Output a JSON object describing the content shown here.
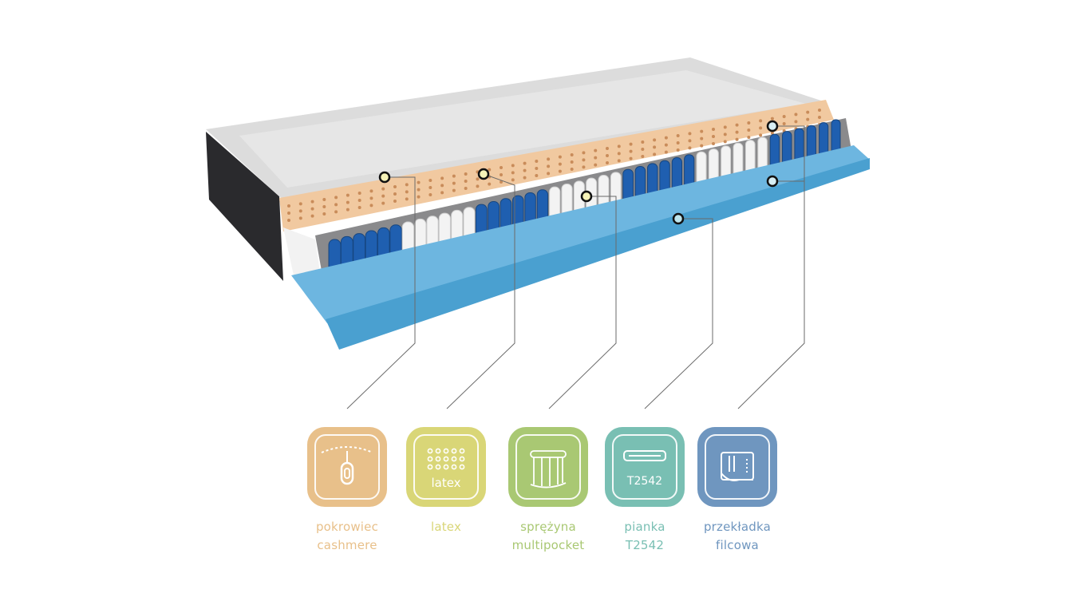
{
  "colors": {
    "cover": "#e8c08a",
    "latex": "#d9d677",
    "spring": "#a9c873",
    "foam": "#79bfb3",
    "felt": "#6f96bf",
    "spring_blue": "#1f5fb0",
    "foam_blue": "#59a7d6",
    "latex_layer": "#f1c9a0"
  },
  "features": [
    {
      "id": "cover",
      "icon": "zipper-icon",
      "label_line1": "pokrowiec",
      "label_line2": "cashmere"
    },
    {
      "id": "latex",
      "icon": "latex-dots-icon",
      "label_line1": "latex",
      "label_line2": "",
      "icon_text": "latex"
    },
    {
      "id": "spring",
      "icon": "pocket-spring-icon",
      "label_line1": "sprężyna",
      "label_line2": "multipocket"
    },
    {
      "id": "foam",
      "icon": "foam-block-icon",
      "label_line1": "pianka",
      "label_line2": "T2542",
      "icon_text": "T2542"
    },
    {
      "id": "felt",
      "icon": "felt-roll-icon",
      "label_line1": "przekładka",
      "label_line2": "filcowa"
    }
  ]
}
